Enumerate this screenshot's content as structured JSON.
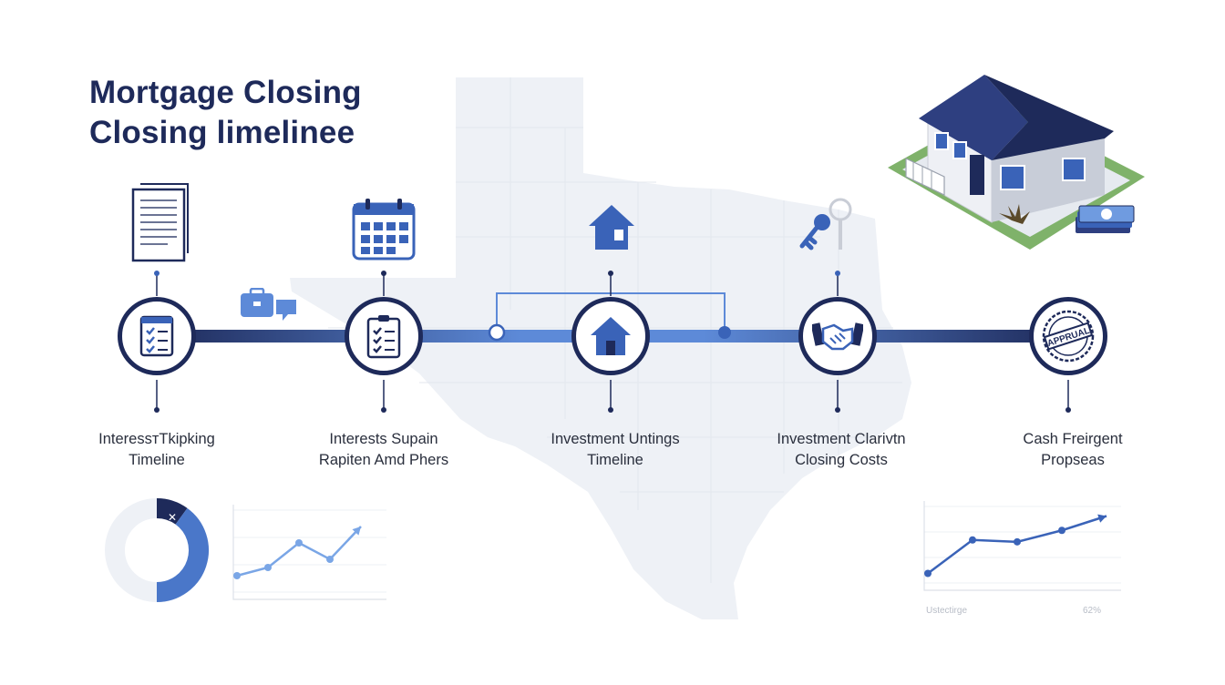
{
  "title": {
    "line1": "Mortgage Closing",
    "line2": "Closing limelinee"
  },
  "colors": {
    "navy": "#1e2a5a",
    "blue": "#3a63b8",
    "light_blue": "#6f9be0",
    "map": "#eef1f6"
  },
  "steps": [
    {
      "node_icon": "checklist-icon",
      "top_icon": "document-icon",
      "label_line1": "InteressтTkipking",
      "label_line2": "Timeline"
    },
    {
      "node_icon": "clipboard-checklist-icon",
      "top_icon": "calendar-icon",
      "label_line1": "Interests Supain",
      "label_line2": "Rapiten Amd Phers"
    },
    {
      "node_icon": "house-icon",
      "top_icon": "house-icon",
      "label_line1": "Investment Untings",
      "label_line2": "Timeline"
    },
    {
      "node_icon": "handshake-icon",
      "top_icon": "keys-icon",
      "label_line1": "Investment Clarivtn",
      "label_line2": "Closing Costs"
    },
    {
      "node_icon": "approval-stamp-icon",
      "top_icon": "",
      "label_line1": "Cash Freirgent",
      "label_line2": "Propseas",
      "stamp_text": "APPRUAL"
    }
  ],
  "decor_icons": [
    "briefcase-icon",
    "chat-bubble-icon",
    "house-with-cash-illustration",
    "donut-chart",
    "line-chart"
  ],
  "donut_chart": {
    "segments": [
      {
        "name": "dark",
        "fraction": 0.1,
        "color": "#1e2a5a"
      },
      {
        "name": "blue",
        "fraction": 0.4,
        "color": "#4a77c9"
      },
      {
        "name": "light",
        "fraction": 0.5,
        "color": "#eef1f6"
      }
    ],
    "center_mark": "✕"
  },
  "chart_data": [
    {
      "type": "line",
      "x": [
        1,
        2,
        3,
        4,
        5
      ],
      "values": [
        2,
        3,
        6,
        4,
        8
      ],
      "ylim": [
        0,
        10
      ],
      "color": "#7aa6e6"
    },
    {
      "type": "line",
      "x": [
        1,
        2,
        3,
        4,
        5
      ],
      "values": [
        1,
        4.5,
        4.3,
        5.5,
        7
      ],
      "ylim": [
        0,
        8
      ],
      "color": "#3a63b8",
      "xlabel": "Ustectirge",
      "value_label": "62%"
    }
  ]
}
